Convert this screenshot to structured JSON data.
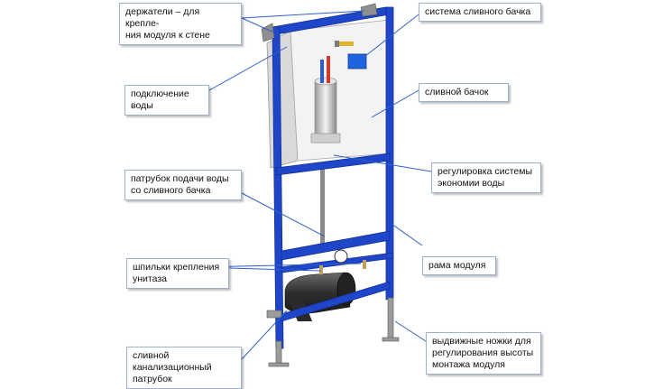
{
  "colors": {
    "frame": "#1f45c8",
    "frame_dark": "#13309a",
    "cistern": "#f4f4f4",
    "leader": "#2e62c8",
    "pipe": "#444444"
  },
  "labels": {
    "holders": "держатели – для крепле-\nния модуля к стене",
    "flush_system": "система сливного бачка",
    "water_connection": "подключение воды",
    "cistern": "сливной бачок",
    "inlet_pipe": "патрубок подачи воды\nсо сливного бачка",
    "economy_control": "регулировка системы\nэкономии воды",
    "frame": "рама модуля",
    "studs": "шпильки крепления\nунитаза",
    "drain_pipe": "сливной канализационный\nпатрубок",
    "legs": "выдвижные ножки для\nрегулирования высоты\nмонтажа модуля"
  }
}
